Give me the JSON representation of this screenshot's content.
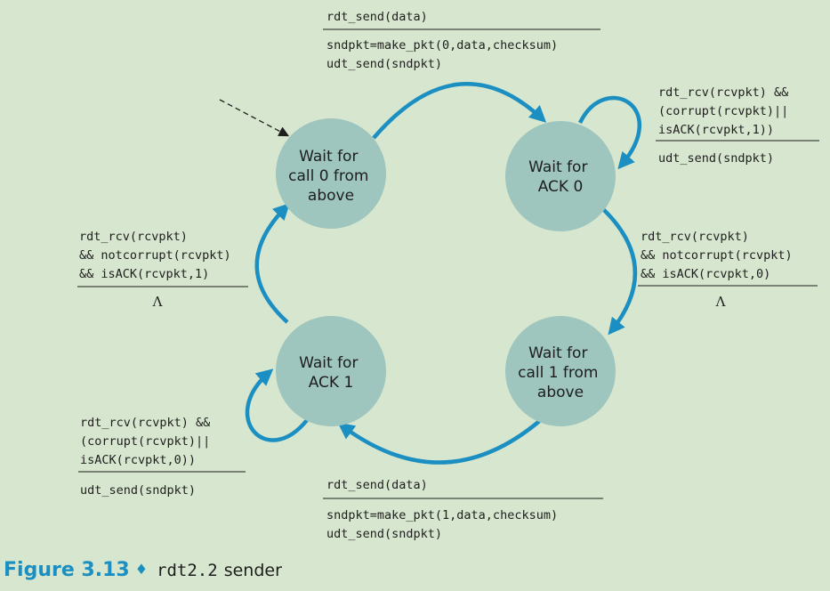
{
  "states": {
    "wait_call0": [
      "Wait for",
      "call 0 from",
      "above"
    ],
    "wait_ack0": [
      "Wait for",
      "ACK 0"
    ],
    "wait_call1": [
      "Wait for",
      "call 1 from",
      "above"
    ],
    "wait_ack1": [
      "Wait for",
      "ACK 1"
    ]
  },
  "transitions": {
    "call0_to_ack0": {
      "event": [
        "rdt_send(data)"
      ],
      "action": [
        "sndpkt=make_pkt(0,data,checksum)",
        "udt_send(sndpkt)"
      ]
    },
    "ack0_self": {
      "event": [
        "rdt_rcv(rcvpkt) &&",
        "(corrupt(rcvpkt)||",
        "isACK(rcvpkt,1))"
      ],
      "action": [
        "udt_send(sndpkt)"
      ]
    },
    "ack0_to_call1": {
      "event": [
        "rdt_rcv(rcvpkt)",
        "&& notcorrupt(rcvpkt)",
        "&& isACK(rcvpkt,0)"
      ],
      "action": [
        "Λ"
      ]
    },
    "call1_to_ack1": {
      "event": [
        "rdt_send(data)"
      ],
      "action": [
        "sndpkt=make_pkt(1,data,checksum)",
        "udt_send(sndpkt)"
      ]
    },
    "ack1_self": {
      "event": [
        "rdt_rcv(rcvpkt) &&",
        "(corrupt(rcvpkt)||",
        "isACK(rcvpkt,0))"
      ],
      "action": [
        "udt_send(sndpkt)"
      ]
    },
    "ack1_to_call0": {
      "event": [
        "rdt_rcv(rcvpkt)",
        "&& notcorrupt(rcvpkt)",
        "&& isACK(rcvpkt,1)"
      ],
      "action": [
        "Λ"
      ]
    }
  },
  "caption": {
    "number": "Figure 3.13",
    "separator": "♦",
    "code": "rdt2.2",
    "text": "sender"
  },
  "colors": {
    "background": "#d7e6ce",
    "state_fill": "#9ec5be",
    "arrow": "#1b8fc1",
    "caption_accent": "#1b8fc1"
  }
}
